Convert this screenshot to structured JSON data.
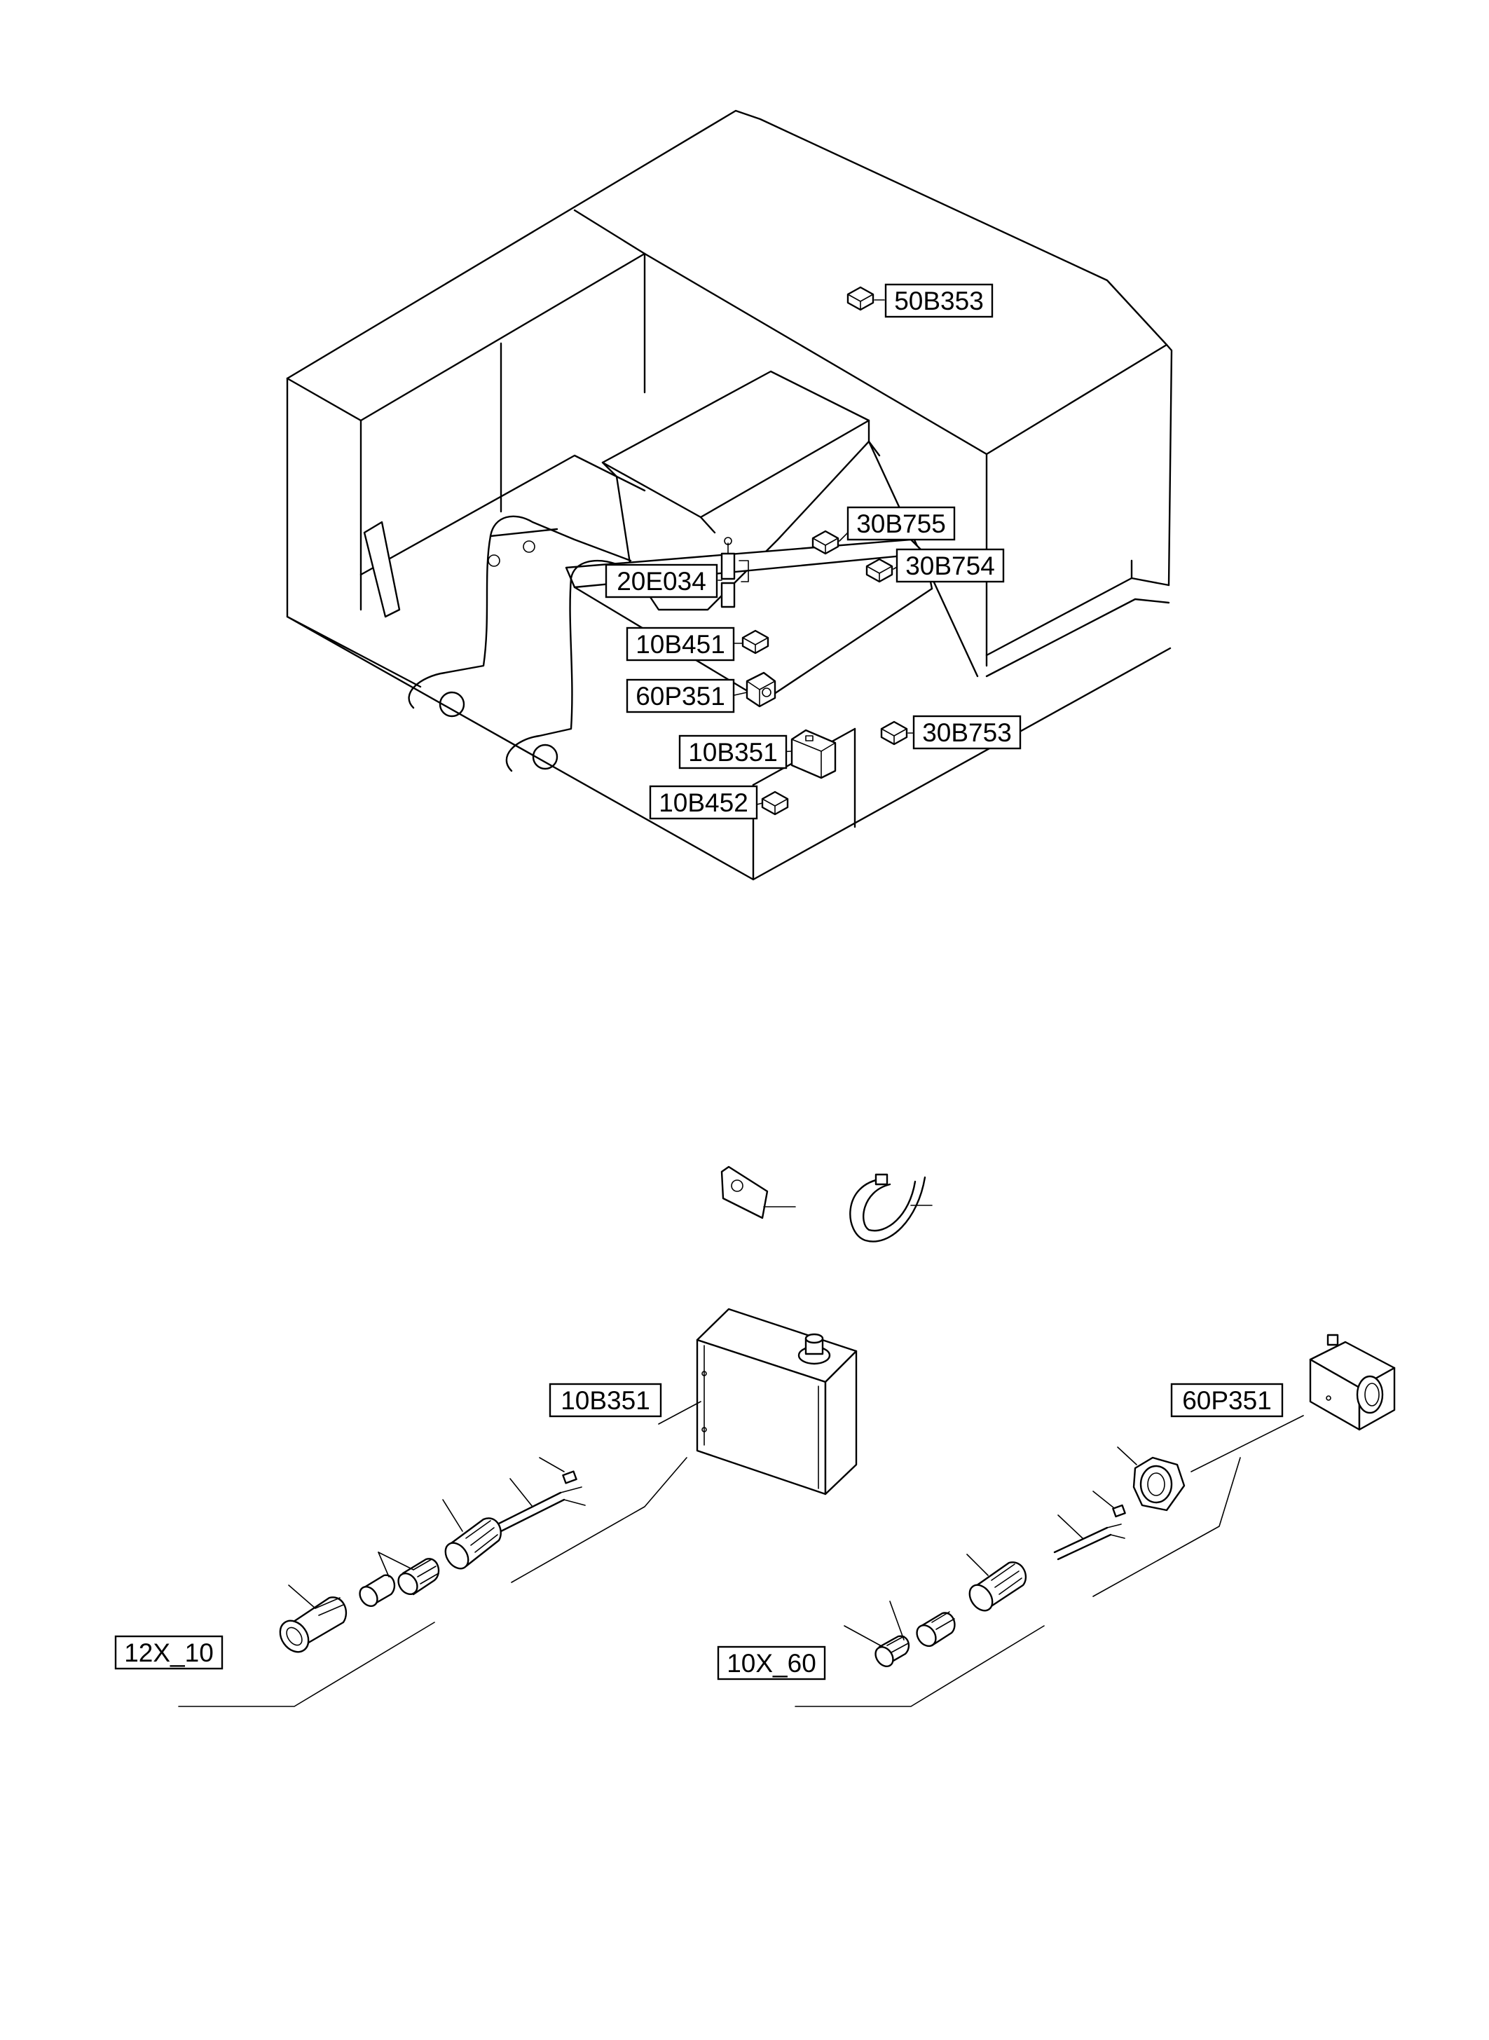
{
  "labels": {
    "l_50B353": "50B353",
    "l_30B755": "30B755",
    "l_30B754": "30B754",
    "l_20E034": "20E034",
    "l_10B451": "10B451",
    "l_60P351": "60P351",
    "l_10B351": "10B351",
    "l_30B753": "30B753",
    "l_10B452": "10B452",
    "l2_10B351": "10B351",
    "l2_60P351": "60P351",
    "l_12X_10": "12X_10",
    "l_10X_60": "10X_60"
  }
}
